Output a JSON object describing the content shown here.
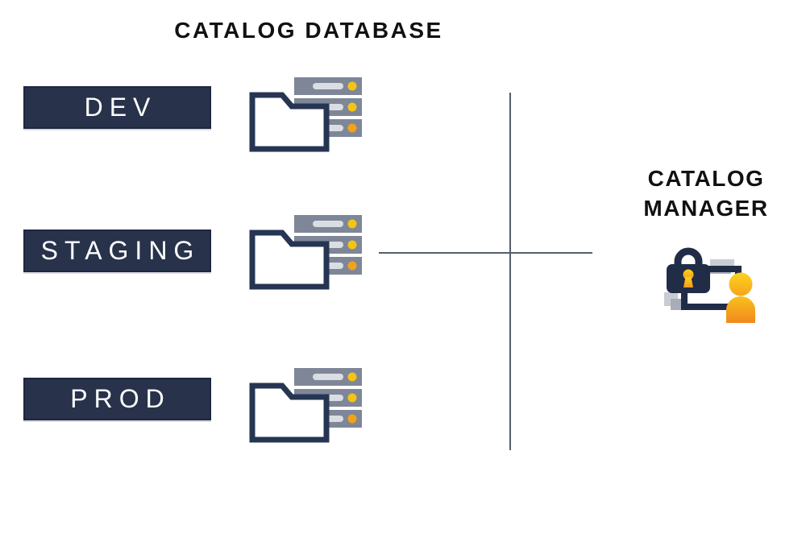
{
  "title": "CATALOG DATABASE",
  "environments": [
    {
      "label": "DEV"
    },
    {
      "label": "STAGING"
    },
    {
      "label": "PROD"
    }
  ],
  "manager": {
    "line1": "CATALOG",
    "line2": "MANAGER"
  },
  "icons": {
    "database": "folder-on-server-stack-icon",
    "manager": "padlock-with-user-icon"
  },
  "colors": {
    "box_fill": "#28324b",
    "box_border": "#1d2742",
    "box_text": "#ffffff",
    "title_text": "#111111",
    "server_gray": "#7e8698",
    "server_slot_gray": "#dadde3",
    "led_yellow": "#f3c512",
    "led_orange": "#f0a318",
    "folder_outline_navy": "#263552",
    "connector_line_gray": "#565e6b",
    "lock_navy": "#212c46",
    "person_yellow": "#fcd31e",
    "person_orange": "#f2881e",
    "shadow_gray_light": "#c9ccd3",
    "shadow_gray_dark": "#a8adb7"
  }
}
